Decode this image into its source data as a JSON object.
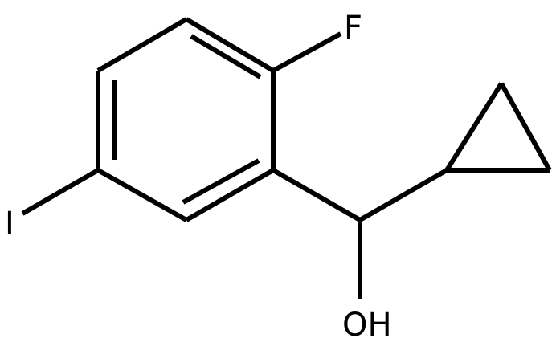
{
  "molecule": {
    "atoms": {
      "fluorine": "F",
      "iodine": "I",
      "hydroxyl": "OH"
    }
  }
}
